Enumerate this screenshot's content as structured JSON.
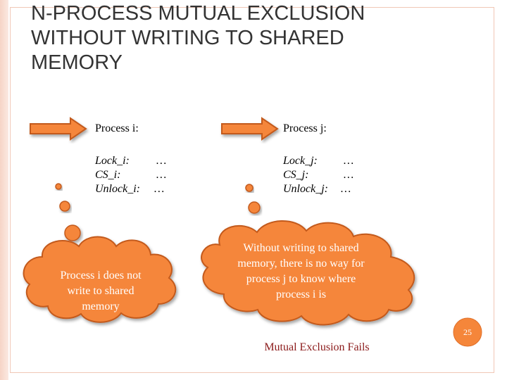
{
  "title_lines": [
    "N-PROCESS MUTUAL EXCLUSION",
    "WITHOUT WRITING TO SHARED",
    "MEMORY"
  ],
  "process_i": {
    "header": "Process i:",
    "rows": [
      {
        "label": "Lock_i:",
        "value": "…"
      },
      {
        "label": "CS_i:",
        "value": "…"
      },
      {
        "label": "Unlock_i:",
        "value": "…"
      }
    ]
  },
  "process_j": {
    "header": "Process j:",
    "rows": [
      {
        "label": "Lock_j:",
        "value": "…"
      },
      {
        "label": "CS_j:",
        "value": "…"
      },
      {
        "label": "Unlock_j:",
        "value": "…"
      }
    ]
  },
  "cloud_left": {
    "lines": [
      "Process i does not",
      "write to shared",
      "memory"
    ]
  },
  "cloud_right": {
    "lines": [
      "Without writing to shared",
      "memory, there is no way for",
      "process j to know where",
      "process i is"
    ]
  },
  "conclusion": "Mutual Exclusion Fails",
  "page_number": "25",
  "colors": {
    "accent": "#f5863a",
    "accent_stroke": "#c35a1e",
    "frame": "#f1c7b6",
    "conclusion": "#8b1a1a"
  }
}
